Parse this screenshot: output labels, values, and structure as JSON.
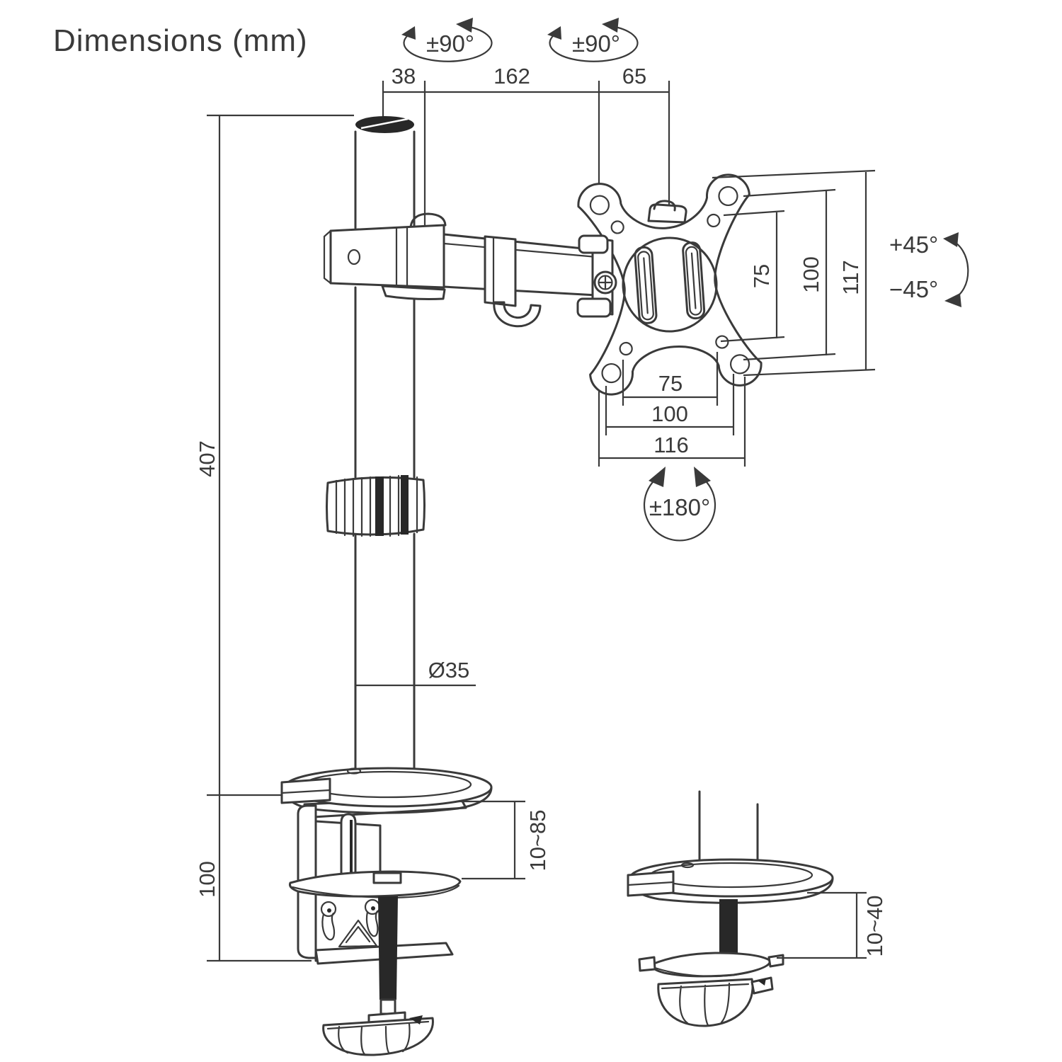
{
  "title": "Dimensions (mm)",
  "colors": {
    "line": "#3a3a3a",
    "dark": "#282828",
    "bg": "#ffffff"
  },
  "labels": {
    "top_38": "38",
    "top_162": "162",
    "top_65": "65",
    "swivel_left": "±90°",
    "swivel_right": "±90°",
    "pole_height_407": "407",
    "clamp_height_100": "100",
    "pole_diameter": "Ø35",
    "vesa_75_vertical": "75",
    "vesa_100_vertical": "100",
    "plate_height_117": "117",
    "tilt_up": "+45°",
    "tilt_down": "−45°",
    "vesa_75_horizontal": "75",
    "vesa_100_horizontal": "100",
    "plate_width_116": "116",
    "rotation_180": "±180°",
    "clamp_desk_thickness": "10~85",
    "grommet_desk_thickness": "10~40"
  }
}
